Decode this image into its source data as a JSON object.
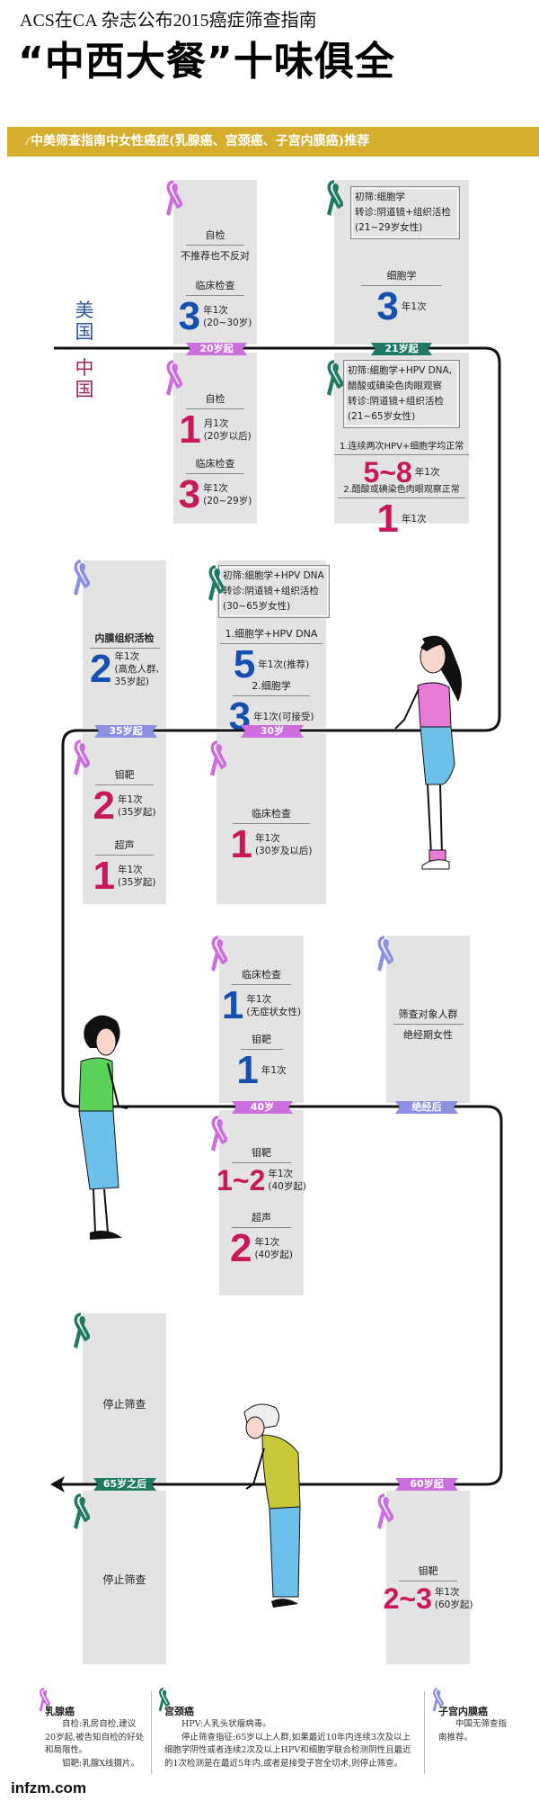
{
  "header": {
    "subtitle": "ACS在CA 杂志公布2015癌症筛查指南",
    "title": "“中西大餐”十味俱全"
  },
  "banner": {
    "slash": "⁄",
    "text": "中美筛查指南中女性癌症(乳腺癌、宫颈癌、子宫内膜癌)推荐"
  },
  "regions": {
    "us": [
      "美",
      "国"
    ],
    "cn": [
      "中",
      "国"
    ]
  },
  "colors": {
    "breast": "#cc6ee0",
    "cervical": "#1e7a62",
    "endometrial": "#8c8fe2",
    "us_number": "#1550b0",
    "cn_number": "#c8185a",
    "banner": "#d4ae2c",
    "card": "#e3e3e3"
  },
  "badges": {
    "b20": "20岁起",
    "b21": "21岁起",
    "b35": "35岁起",
    "b30": "30岁",
    "b40": "40岁",
    "menopause": "绝经后",
    "b65": "65岁之后",
    "b60": "60岁起"
  },
  "cards": {
    "us_breast_20": {
      "self_label": "自检",
      "self_value": "不推荐也不反对",
      "clinic_label": "临床检查",
      "clinic_num": "3",
      "clinic_note1": "年1次",
      "clinic_note2": "(20~30岁)"
    },
    "cn_breast_20": {
      "self_label": "自检",
      "self_num": "1",
      "self_note1": "月1次",
      "self_note2": "(20岁以后)",
      "clinic_label": "临床检查",
      "clinic_num": "3",
      "clinic_note1": "年1次",
      "clinic_note2": "(20~29岁)"
    },
    "us_cervical_21": {
      "box": [
        "初筛:细胞学",
        "转诊:阴道镜+组织活检",
        "(21~29岁女性)"
      ],
      "label": "细胞学",
      "num": "3",
      "note": "年1次"
    },
    "cn_cervical_21": {
      "box": [
        "初筛:细胞学+HPV DNA,",
        "醋酸或碘染色肉眼观察",
        "转诊:阴道镜+组织活检",
        "(21~65岁女性)"
      ],
      "c1_label": "1.连续两次HPV+细胞学均正常",
      "c1_num": "5~8",
      "c1_note": "年1次",
      "c2_label": "2.醋酸或碘染色肉眼观察正常",
      "c2_num": "1",
      "c2_note": "年1次"
    },
    "us_endometrial_35": {
      "label": "内膜组织活检",
      "num": "2",
      "note1": "年1次",
      "note2": "(高危人群,",
      "note3": "35岁起)"
    },
    "cn_breast_35": {
      "m_label": "钼靶",
      "m_num": "2",
      "m_note1": "年1次",
      "m_note2": "(35岁起)",
      "u_label": "超声",
      "u_num": "1",
      "u_note1": "年1次",
      "u_note2": "(35岁起)"
    },
    "us_cervical_30": {
      "box": [
        "初筛:细胞学+HPV DNA",
        "转诊:阴道镜+组织活检",
        "(30~65岁女性)"
      ],
      "c1_label": "1.细胞学+HPV DNA",
      "c1_num": "5",
      "c1_note": "年1次(推荐)",
      "c2_label": "2.细胞学",
      "c2_num": "3",
      "c2_note": "年1次(可接受)"
    },
    "cn_breast_30": {
      "label": "临床检查",
      "num": "1",
      "note1": "年1次",
      "note2": "(30岁及以后)"
    },
    "us_breast_40": {
      "c_label": "临床检查",
      "c_num": "1",
      "c_note1": "年1次",
      "c_note2": "(无症状女性)",
      "m_label": "钼靶",
      "m_num": "1",
      "m_note": "年1次"
    },
    "us_endometrial_menopause": {
      "label": "筛查对象人群",
      "value": "绝经期女性"
    },
    "cn_breast_40": {
      "m_label": "钼靶",
      "m_num": "1~2",
      "m_note1": "年1次",
      "m_note2": "(40岁起)",
      "u_label": "超声",
      "u_num": "2",
      "u_note1": "年1次",
      "u_note2": "(40岁起)"
    },
    "us_cervical_65": {
      "text": "停止筛查"
    },
    "cn_cervical_65": {
      "text": "停止筛查"
    },
    "cn_breast_60": {
      "label": "钼靶",
      "num": "2~3",
      "note1": "年1次",
      "note2": "(60岁起)"
    }
  },
  "footer": {
    "breast": {
      "title": "乳腺癌",
      "p1": "自检:乳房自检,建议20岁起,被告知自检的好处和局限性。",
      "p2": "钼靶:乳腺X线摄片。"
    },
    "cervical": {
      "title": "宫颈癌",
      "p1": "HPV:人乳头状瘤病毒。",
      "p2": "停止筛查指征:65岁以上人群,如果最近10年内连续3次及以上细胞学阴性或者连续2次及以上HPV和细胞学联合检测阴性且最近的1次检测是在最近5年内,或者是接受子宫全切术,则停止筛查。"
    },
    "endometrial": {
      "title": "子宫内膜癌",
      "p1": "中国无筛查指南推荐。"
    }
  },
  "logo": "infzm.com"
}
